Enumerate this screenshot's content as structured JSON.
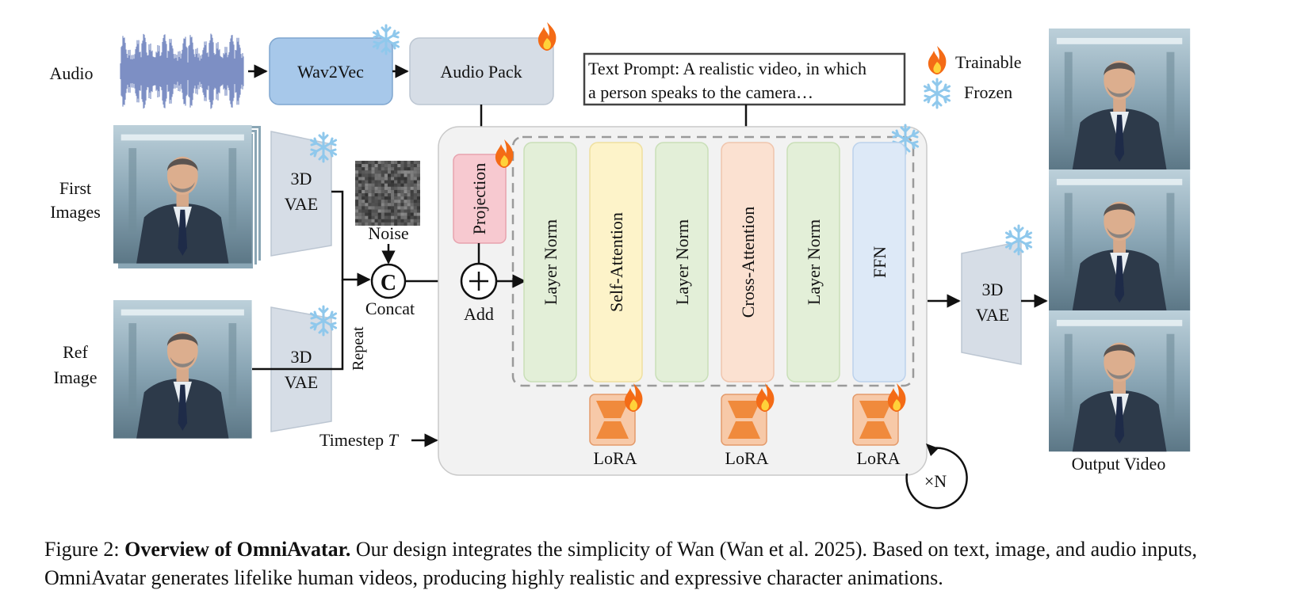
{
  "inputs": {
    "audio_label": "Audio",
    "first_images_label": [
      "First",
      "Images"
    ],
    "ref_image_label": [
      "Ref",
      "Image"
    ]
  },
  "modules": {
    "wav2vec": "Wav2Vec",
    "audio_pack": "Audio Pack",
    "vae_label": [
      "3D",
      "VAE"
    ],
    "noise": "Noise",
    "concat_symbol": "C",
    "concat": "Concat",
    "repeat": "Repeat",
    "add": "Add",
    "projection": "Projection",
    "timestep": "Timestep",
    "timestep_symbol": "T",
    "lora": "LoRA",
    "repeat_n": "×N"
  },
  "text_prompt": [
    "Text Prompt: A realistic video, in which",
    "a person speaks to the camera…"
  ],
  "legend": {
    "trainable": "Trainable",
    "frozen": "Frozen"
  },
  "blocks": [
    {
      "label": "Layer Norm",
      "fill": "#e3efd8",
      "stroke": "#c9dfb8"
    },
    {
      "label": "Self-Attention",
      "fill": "#fdf3c9",
      "stroke": "#efe0a0"
    },
    {
      "label": "Layer Norm",
      "fill": "#e3efd8",
      "stroke": "#c9dfb8"
    },
    {
      "label": "Cross-Attention",
      "fill": "#fbe1d1",
      "stroke": "#f0c5ad"
    },
    {
      "label": "Layer Norm",
      "fill": "#e3efd8",
      "stroke": "#c9dfb8"
    },
    {
      "label": "FFN",
      "fill": "#dde9f7",
      "stroke": "#bcd2ec"
    }
  ],
  "output_label": "Output Video",
  "caption": {
    "prefix": "Figure 2: ",
    "title": "Overview of OmniAvatar.",
    "body": " Our design integrates the simplicity of Wan (Wan et al. 2025). Based on text, image, and audio inputs, OmniAvatar generates lifelike human videos, producing highly realistic and expressive character animations."
  },
  "colors": {
    "wav2vec": "#a7c8ea",
    "audio_pack": "#d6dde6",
    "vae": "#d6dde6",
    "projection": "#f7c9d0",
    "transformer_bg": "#f2f2f2",
    "lora": "#f08a3c",
    "waveform": "#7d8fc4"
  },
  "icons": {
    "trainable": "flame-icon",
    "frozen": "snowflake-icon"
  }
}
